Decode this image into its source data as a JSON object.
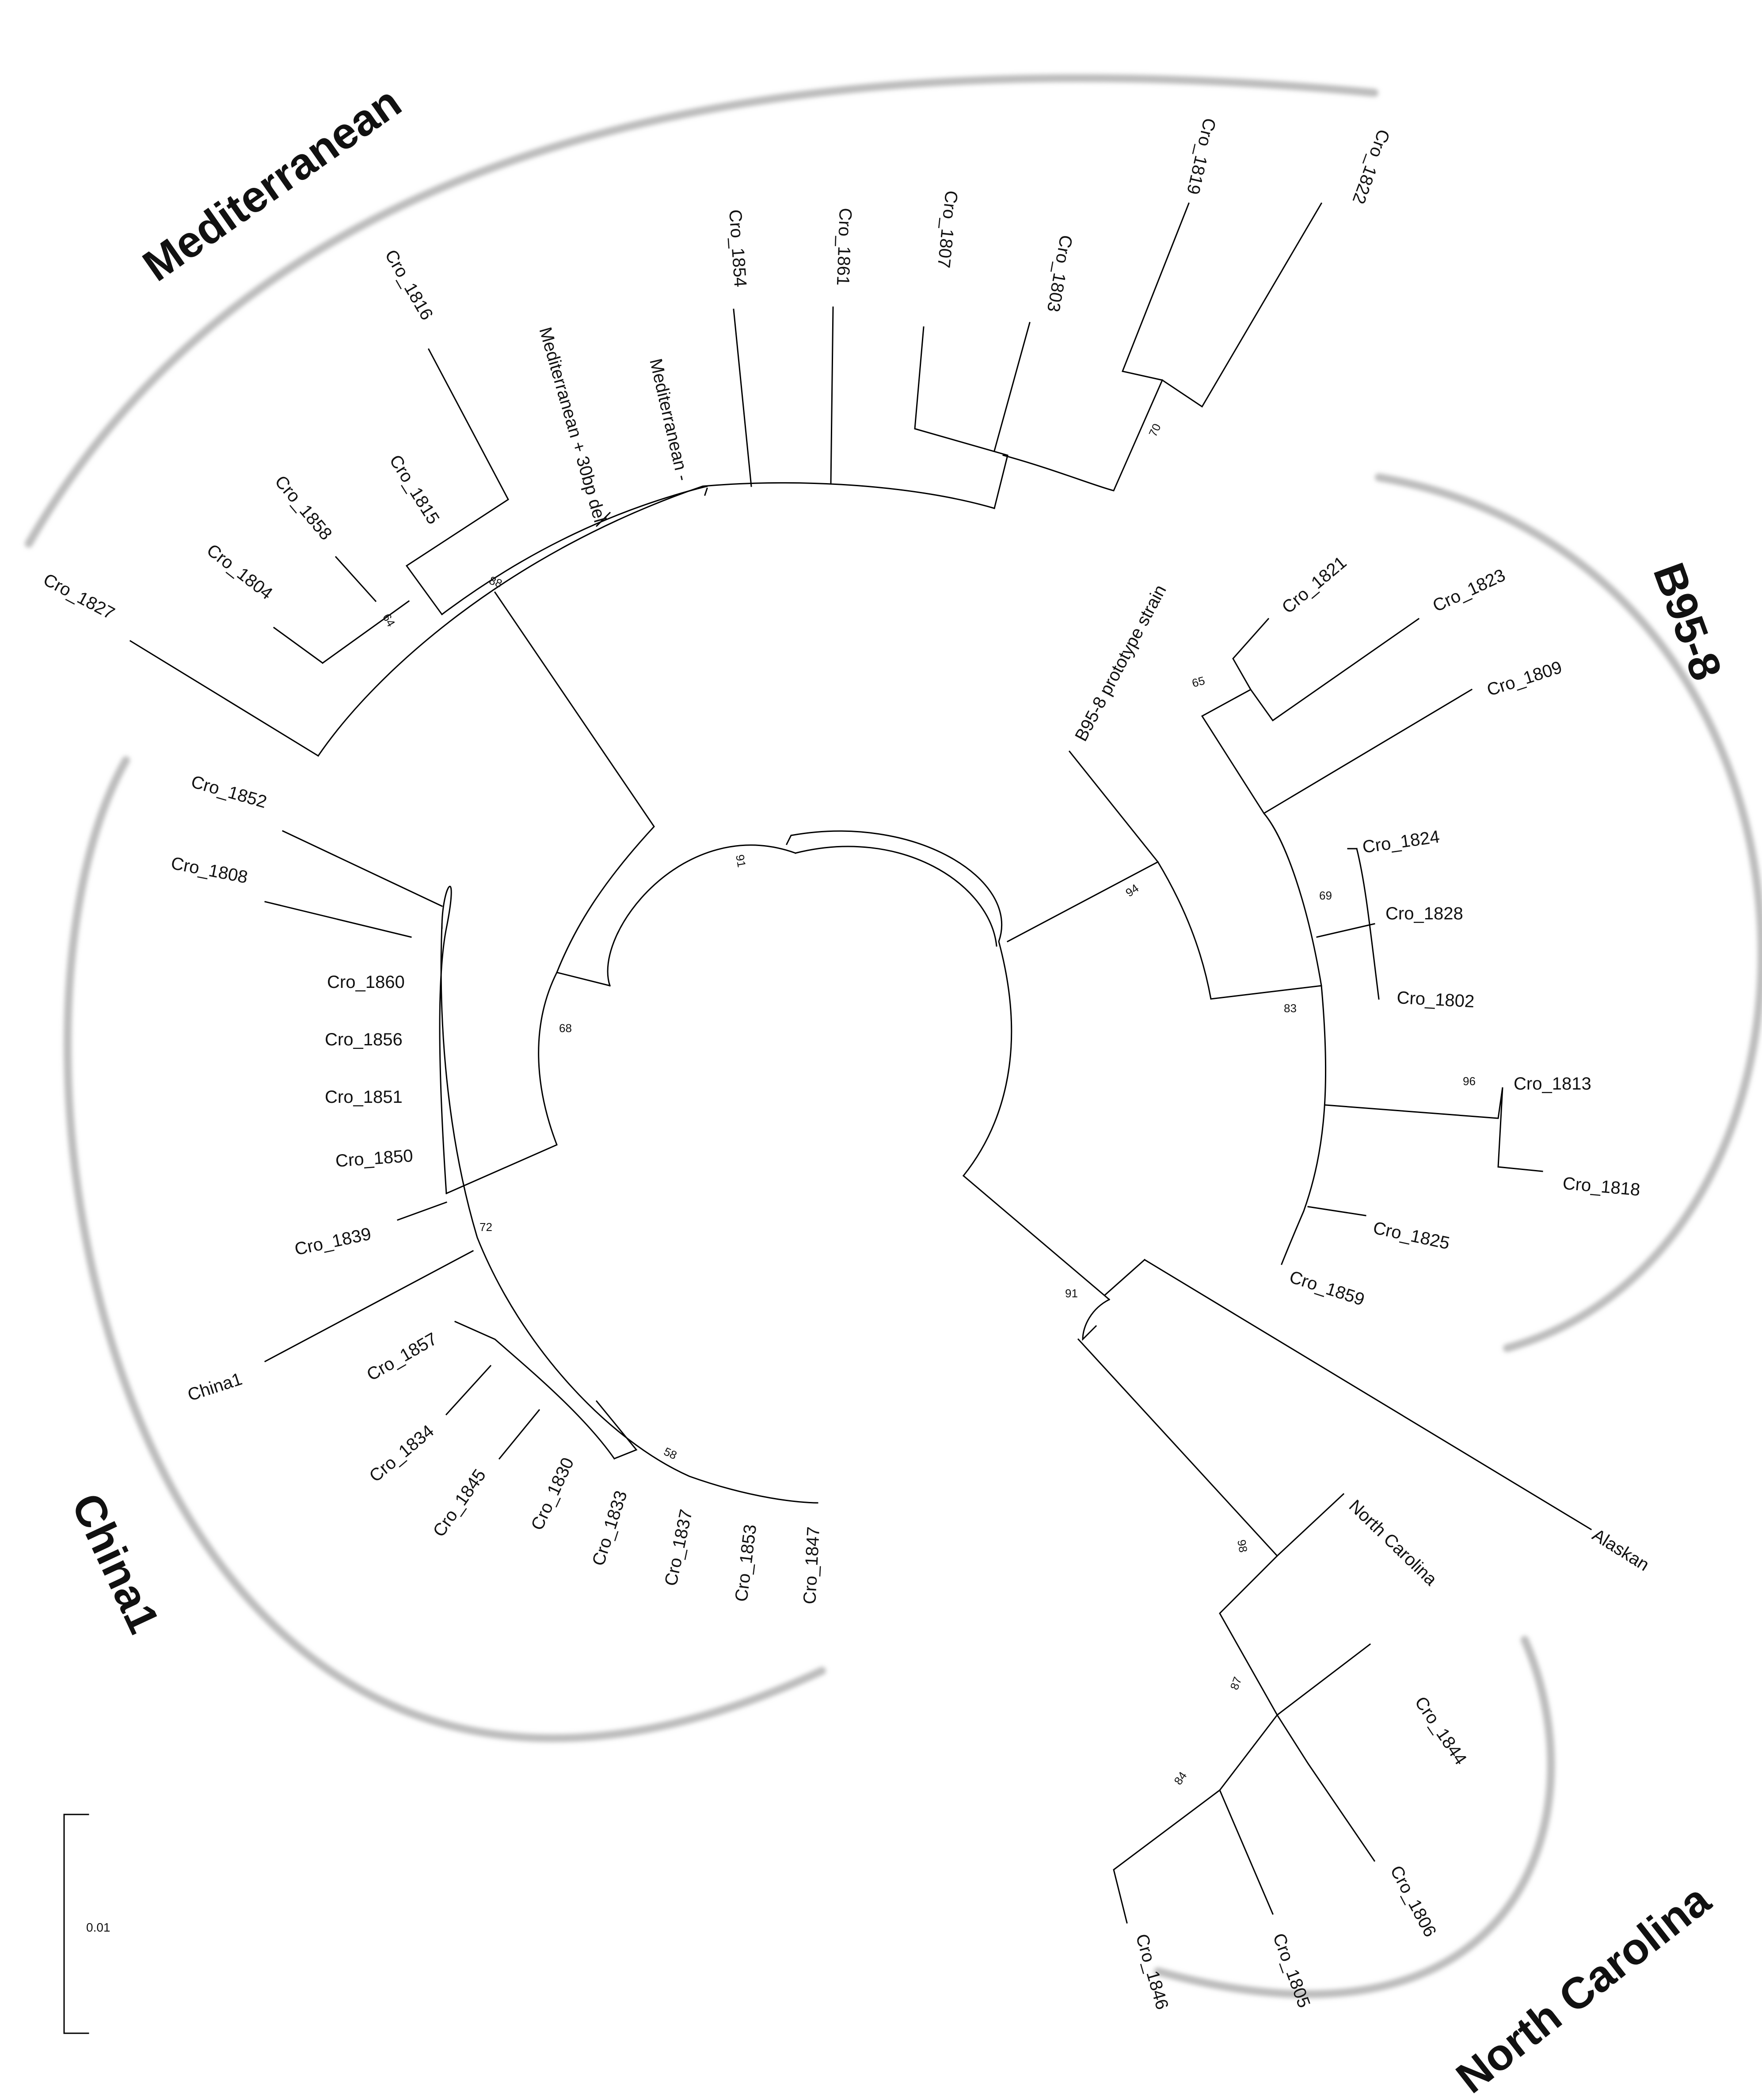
{
  "scale_bar": {
    "label": "0.01"
  },
  "clades": [
    {
      "id": "mediterranean",
      "label": "Mediterranean"
    },
    {
      "id": "b958",
      "label": "B95-8"
    },
    {
      "id": "china1",
      "label": "China1"
    },
    {
      "id": "north-carolina",
      "label": "North Carolina"
    }
  ],
  "leaves": [
    {
      "id": "cro1822",
      "label": "Cro_1822"
    },
    {
      "id": "cro1819",
      "label": "Cro_1819"
    },
    {
      "id": "cro1803",
      "label": "Cro_1803"
    },
    {
      "id": "cro1807",
      "label": "Cro_1807"
    },
    {
      "id": "cro1861",
      "label": "Cro_1861"
    },
    {
      "id": "cro1854",
      "label": "Cro_1854"
    },
    {
      "id": "med-minus",
      "label": "Mediterranean -"
    },
    {
      "id": "med-plus",
      "label": "Mediterranean + 30bp del"
    },
    {
      "id": "cro1816",
      "label": "Cro_1816"
    },
    {
      "id": "cro1815",
      "label": "Cro_1815"
    },
    {
      "id": "cro1858",
      "label": "Cro_1858"
    },
    {
      "id": "cro1804",
      "label": "Cro_1804"
    },
    {
      "id": "cro1827",
      "label": "Cro_1827"
    },
    {
      "id": "cro1852",
      "label": "Cro_1852"
    },
    {
      "id": "cro1808",
      "label": "Cro_1808"
    },
    {
      "id": "cro1860",
      "label": "Cro_1860"
    },
    {
      "id": "cro1856",
      "label": "Cro_1856"
    },
    {
      "id": "cro1851",
      "label": "Cro_1851"
    },
    {
      "id": "cro1850",
      "label": "Cro_1850"
    },
    {
      "id": "cro1839",
      "label": "Cro_1839"
    },
    {
      "id": "china1",
      "label": "China1"
    },
    {
      "id": "cro1857",
      "label": "Cro_1857"
    },
    {
      "id": "cro1834",
      "label": "Cro_1834"
    },
    {
      "id": "cro1845",
      "label": "Cro_1845"
    },
    {
      "id": "cro1830",
      "label": "Cro_1830"
    },
    {
      "id": "cro1833",
      "label": "Cro_1833"
    },
    {
      "id": "cro1837",
      "label": "Cro_1837"
    },
    {
      "id": "cro1853",
      "label": "Cro_1853"
    },
    {
      "id": "cro1847",
      "label": "Cro_1847"
    },
    {
      "id": "b958-proto",
      "label": "B95-8 prototype strain"
    },
    {
      "id": "cro1821",
      "label": "Cro_1821"
    },
    {
      "id": "cro1823",
      "label": "Cro_1823"
    },
    {
      "id": "cro1809",
      "label": "Cro_1809"
    },
    {
      "id": "cro1824",
      "label": "Cro_1824"
    },
    {
      "id": "cro1828",
      "label": "Cro_1828"
    },
    {
      "id": "cro1802",
      "label": "Cro_1802"
    },
    {
      "id": "cro1813",
      "label": "Cro_1813"
    },
    {
      "id": "cro1818",
      "label": "Cro_1818"
    },
    {
      "id": "cro1825",
      "label": "Cro_1825"
    },
    {
      "id": "cro1859",
      "label": "Cro_1859"
    },
    {
      "id": "alaskan",
      "label": "Alaskan"
    },
    {
      "id": "north-carolina",
      "label": "North Carolina"
    },
    {
      "id": "cro1844",
      "label": "Cro_1844"
    },
    {
      "id": "cro1806",
      "label": "Cro_1806"
    },
    {
      "id": "cro1805",
      "label": "Cro_1805"
    },
    {
      "id": "cro1846",
      "label": "Cro_1846"
    }
  ],
  "support_values": [
    {
      "id": "s70",
      "value": "70"
    },
    {
      "id": "s88",
      "value": "88"
    },
    {
      "id": "s64",
      "value": "64"
    },
    {
      "id": "s91-root",
      "value": "91"
    },
    {
      "id": "s68",
      "value": "68"
    },
    {
      "id": "s72",
      "value": "72"
    },
    {
      "id": "s58",
      "value": "58"
    },
    {
      "id": "s94",
      "value": "94"
    },
    {
      "id": "s65",
      "value": "65"
    },
    {
      "id": "s69",
      "value": "69"
    },
    {
      "id": "s83",
      "value": "83"
    },
    {
      "id": "s96",
      "value": "96"
    },
    {
      "id": "s91-nc",
      "value": "91"
    },
    {
      "id": "s98",
      "value": "98"
    },
    {
      "id": "s87",
      "value": "87"
    },
    {
      "id": "s84",
      "value": "84"
    }
  ]
}
